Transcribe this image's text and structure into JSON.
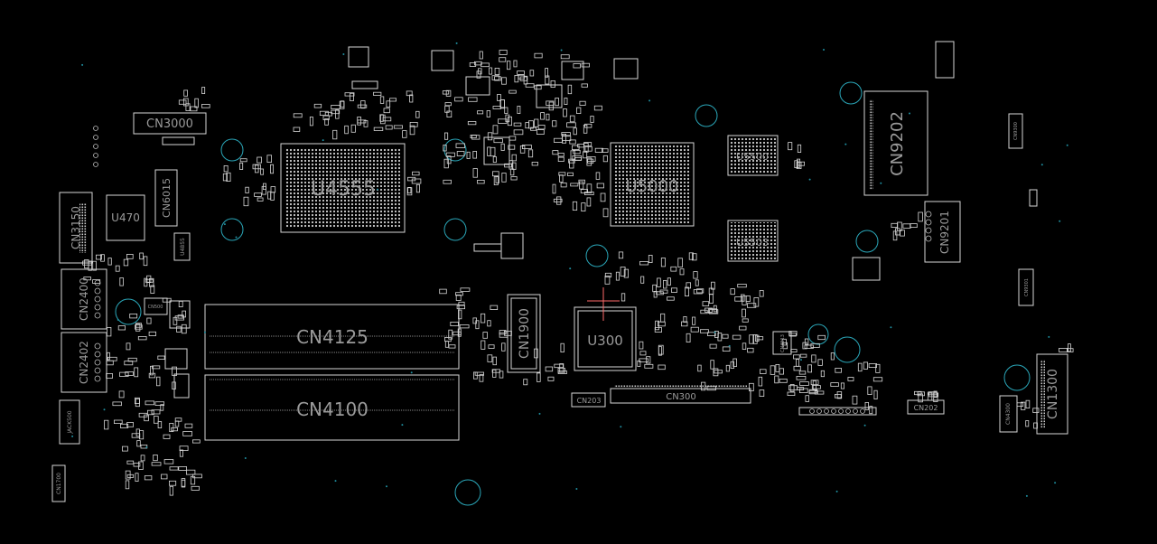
{
  "colors": {
    "background": "#000000",
    "outline": "#d6d6d6",
    "label": "#9a9a9a",
    "hole": "#2aa6b8",
    "via": "#1f8fa0",
    "bga_fill": "#2b2b2b",
    "cursor": "#ff6a6a"
  },
  "components": {
    "cn3000": "CN3000",
    "cn3150": "CN3150",
    "u470": "U470",
    "cn6015": "CN6015",
    "u4555": "U4555",
    "u5000": "U5000",
    "u5500": "U5500",
    "u5503": "U5503",
    "cn9202": "CN9202",
    "cn9201": "CN9201",
    "cn2400": "CN2400",
    "cn2402": "CN2402",
    "cn4125": "CN4125",
    "cn4100": "CN4100",
    "cn1900": "CN1900",
    "u300": "U300",
    "cn300": "CN300",
    "cn203": "CN203",
    "cn202": "CN202",
    "cn1300": "CN1300",
    "cn4300": "CN4300",
    "cn1700": "CN1700",
    "cn500": "CN500",
    "u4855": "U4855",
    "cn9300": "CN9300",
    "cn9301": "CN9301",
    "jack500": "JACK500",
    "cn4113": "CN4113"
  }
}
